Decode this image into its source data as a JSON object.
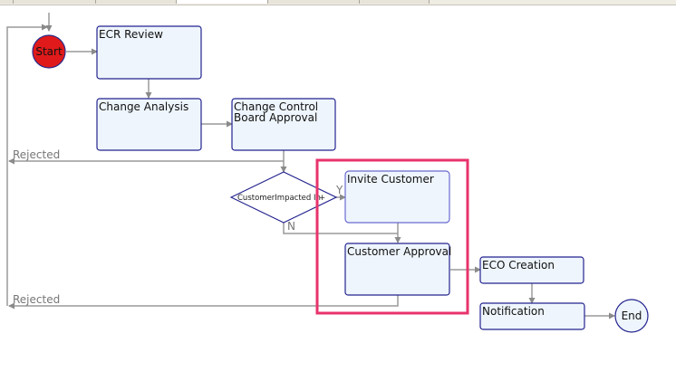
{
  "tabs": [
    {
      "label": ""
    },
    {
      "label": ""
    },
    {
      "label": ""
    },
    {
      "label": ""
    },
    {
      "label": ""
    },
    {
      "label": ""
    }
  ],
  "nodes": {
    "start": "Start",
    "ecr_review": "ECR Review",
    "change_analysis": "Change Analysis",
    "ccb_line1": "Change Control",
    "ccb_line2": "Board Approval",
    "decision": "CustomerImpacted In",
    "invite_customer": "Invite Customer",
    "customer_approval": "Customer Approval",
    "eco_creation": "ECO Creation",
    "notification": "Notification",
    "end": "End"
  },
  "edges": {
    "rejected_1": "Rejected",
    "rejected_2": "Rejected",
    "yes": "Y",
    "no": "N",
    "decision_plus": "+"
  },
  "colors": {
    "node_fill": "#eef5fc",
    "node_stroke": "#23238f",
    "start_fill": "#e01a1a",
    "arrow": "#9a9a9a",
    "highlight": "#e8336c"
  }
}
